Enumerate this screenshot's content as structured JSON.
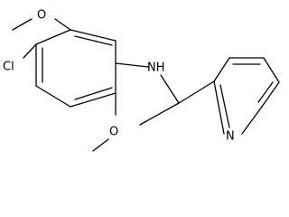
{
  "molecule": {
    "atoms": {
      "cl": "Cl",
      "nh": "NH",
      "o_top": "O",
      "o_bottom": "O",
      "n_pyridine": "N"
    }
  }
}
